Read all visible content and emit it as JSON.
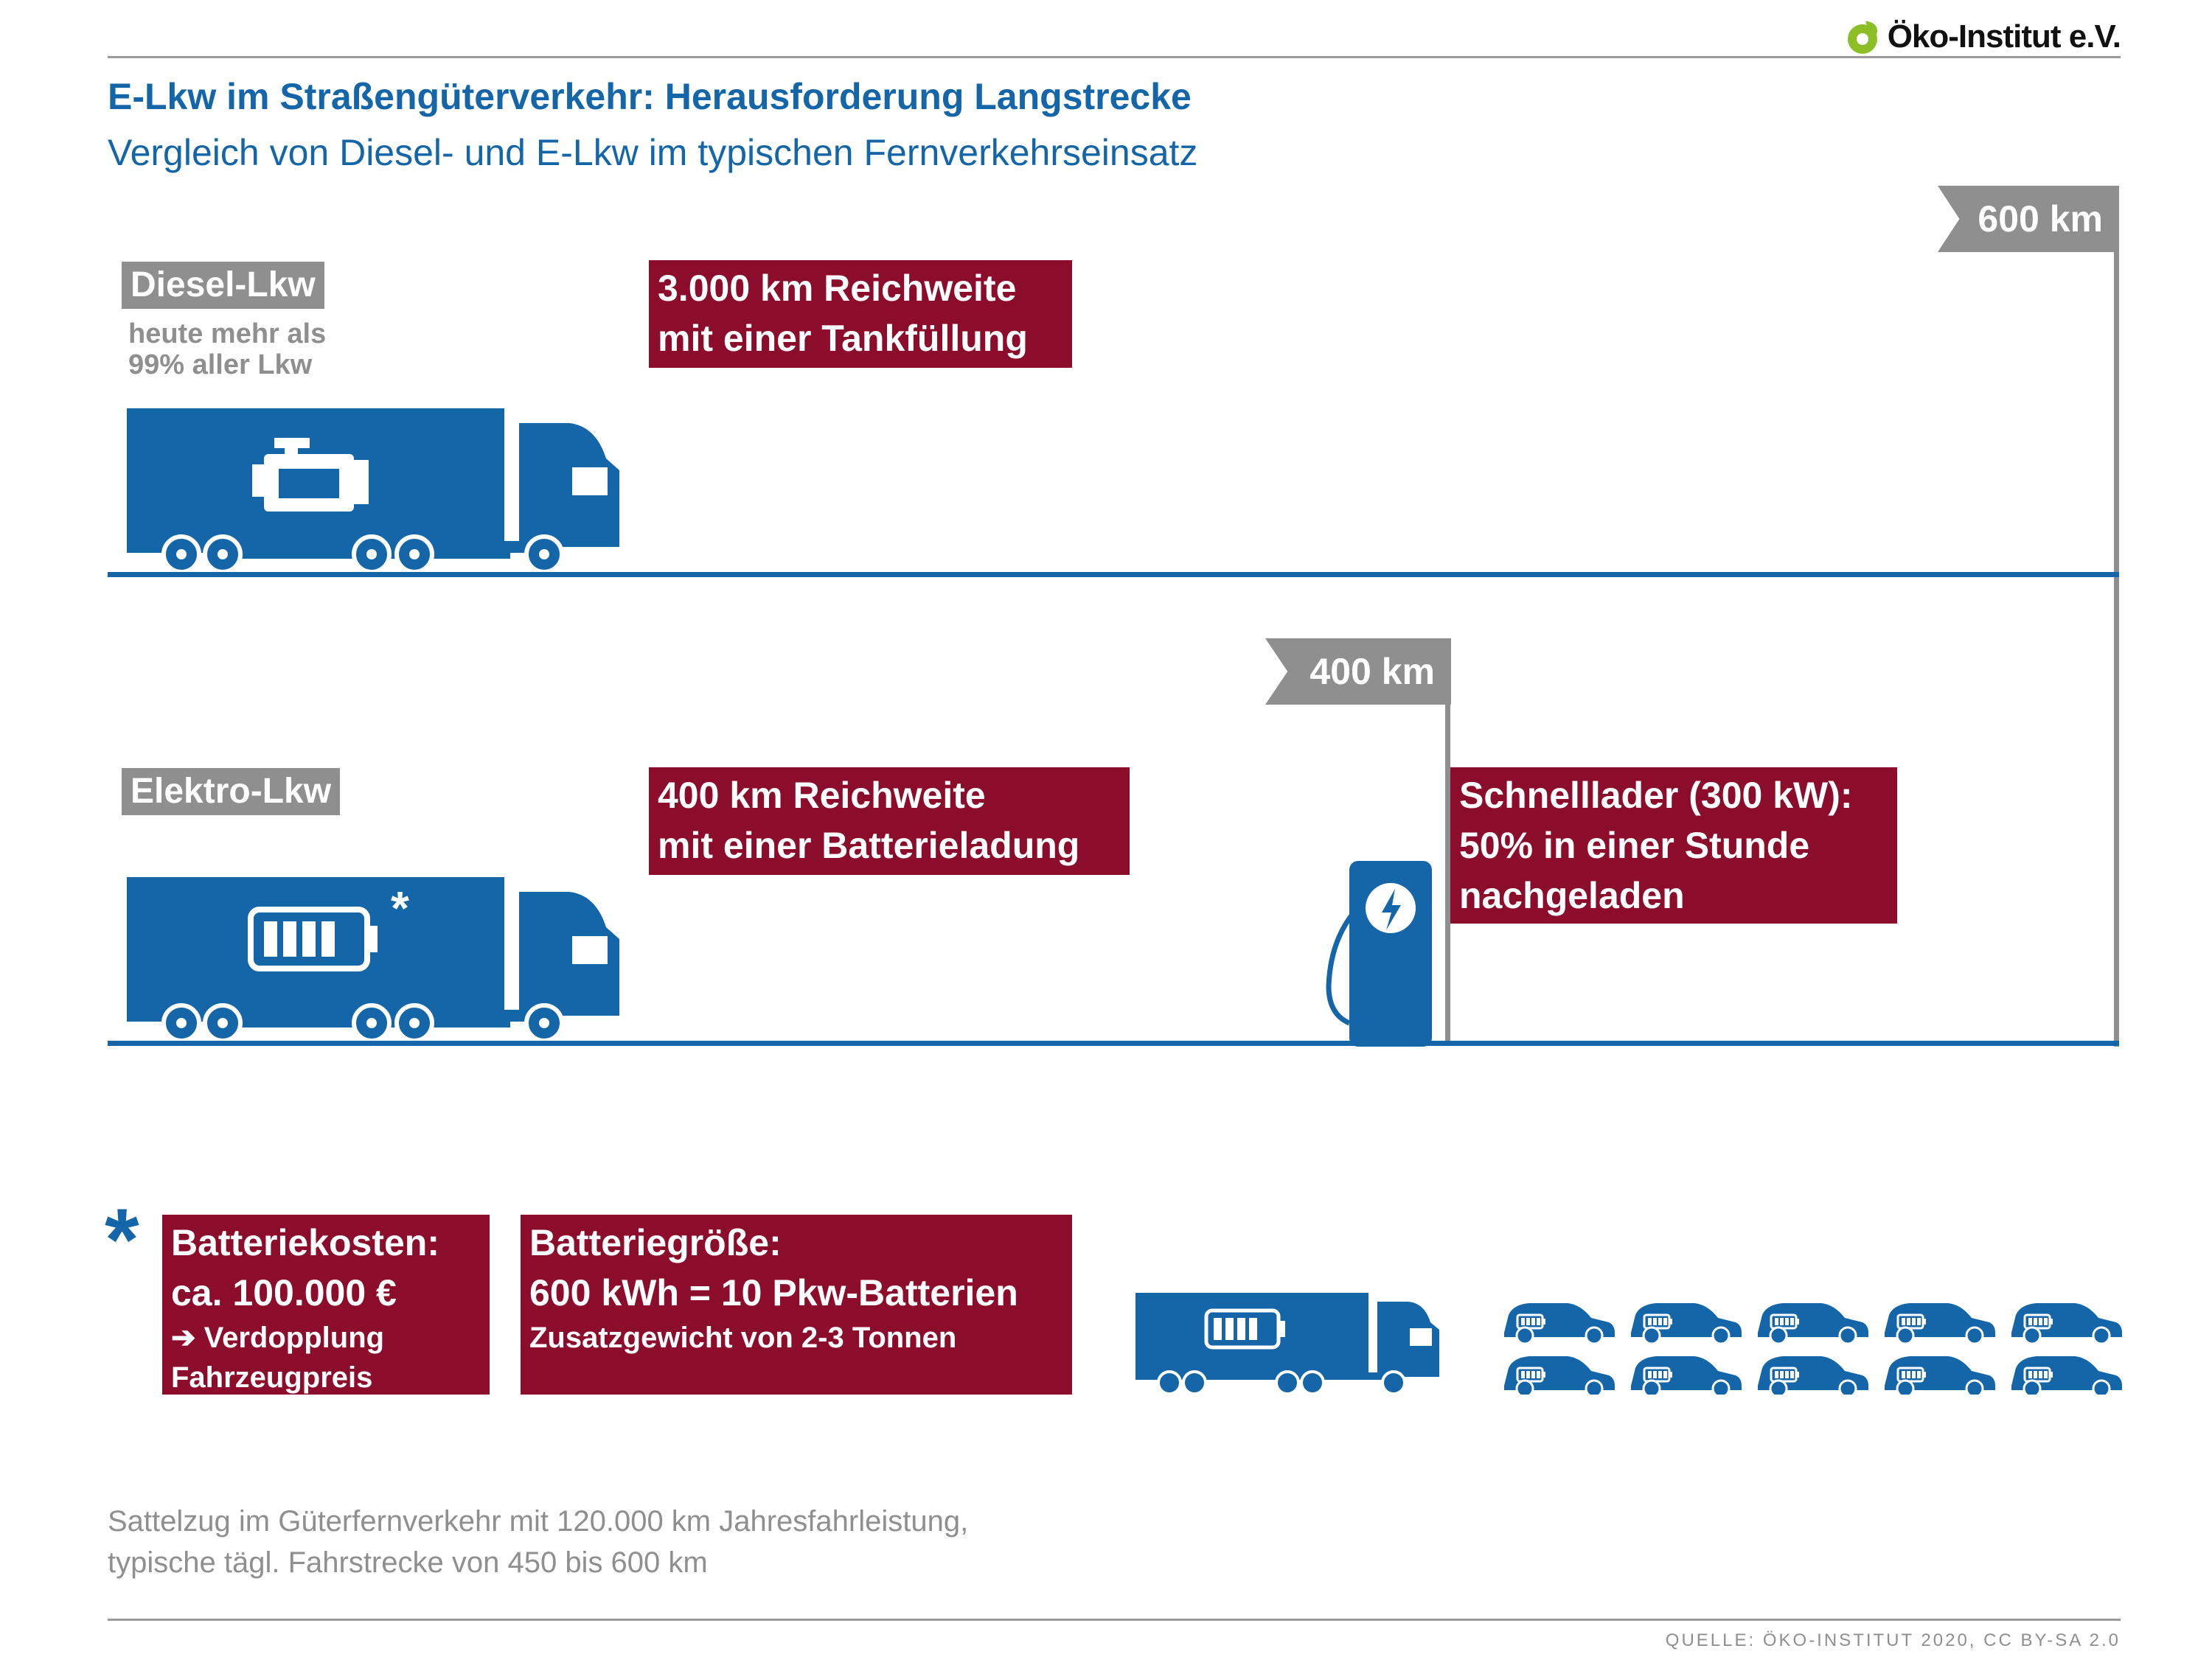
{
  "header": {
    "title": "E-Lkw im Straßengüterverkehr: Herausforderung Langstrecke",
    "subtitle": "Vergleich von Diesel- und E-Lkw im typischen Fernverkehrseinsatz",
    "logo_text": "Öko-Institut e.V."
  },
  "diesel": {
    "label": "Diesel-Lkw",
    "note_line1": "heute mehr als",
    "note_line2": "99% aller Lkw",
    "range_line1": "3.000 km Reichweite",
    "range_line2": "mit einer Tankfüllung",
    "icon": "engine-icon"
  },
  "distance_marker_600": "600 km",
  "distance_marker_400": "400 km",
  "electric": {
    "label": "Elektro-Lkw",
    "range_line1": "400 km Reichweite",
    "range_line2": "mit einer Batterieladung",
    "charger_line1": "Schnelllader (300 kW):",
    "charger_line2": "50% in einer Stunde",
    "charger_line3": "nachgeladen",
    "icon": "battery-icon",
    "asterisk": "*"
  },
  "footnote": {
    "asterisk": "*",
    "cost_line1": "Batteriekosten:",
    "cost_line2": "ca. 100.000 €",
    "cost_line3": "➔ Verdopplung",
    "cost_line4": "Fahrzeugpreis",
    "size_line1": "Batteriegröße:",
    "size_line2": "600 kWh = 10 Pkw-Batterien",
    "size_line3": "Zusatzgewicht von 2-3 Tonnen"
  },
  "note_line1": "Sattelzug im Güterfernverkehr mit 120.000 km Jahresfahrleistung,",
  "note_line2": "typische tägl. Fahrstrecke von 450 bis 600 km",
  "source": "QUELLE: ÖKO-INSTITUT 2020, CC BY-SA 2.0",
  "colors": {
    "blue": "#1466a8",
    "red": "#8c0c2c",
    "gray": "#8f8f8f",
    "logo_green": "#8cbf26"
  }
}
